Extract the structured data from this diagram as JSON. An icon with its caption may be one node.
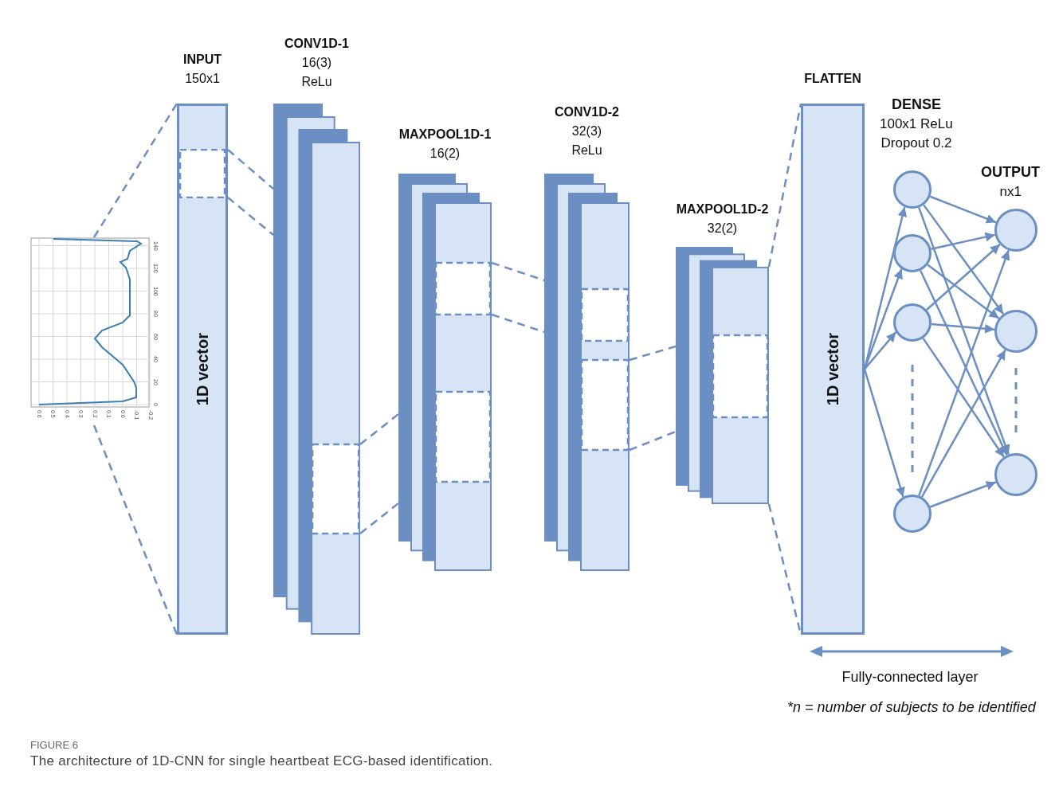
{
  "diagram": {
    "caption": "The architecture of 1D-CNN for single heartbeat ECG-based identification.",
    "nodes": [
      {
        "text": [],
        "shape": "picture",
        "beside": [
          "0.6",
          "0.5",
          "0.4",
          "0.3",
          "0.2",
          "0.1",
          "0.0",
          "-0.1",
          "-0.2",
          "0",
          "20",
          "40",
          "60",
          "80",
          "100",
          "120",
          "140"
        ]
      },
      {
        "text": [
          "INPUT",
          "150x1",
          "1D vector"
        ]
      },
      {
        "text": [
          "CONV1D-1",
          "16(3)",
          "ReLu"
        ]
      },
      {
        "text": [
          "MAXPOOL1D-1",
          "16(2)"
        ]
      },
      {
        "text": [
          "CONV1D-2",
          "32(3)",
          "ReLu"
        ]
      },
      {
        "text": [
          "MAXPOOL1D-2",
          "32(2)"
        ]
      },
      {
        "text": [
          "FLATTEN",
          "1D vector"
        ]
      },
      {
        "text": [],
        "shape": "circle"
      },
      {
        "text": [],
        "shape": "circle"
      },
      {
        "text": [],
        "shape": "circle"
      },
      {
        "text": [],
        "shape": "circle"
      },
      {
        "text": [],
        "shape": "circle"
      },
      {
        "text": [],
        "shape": "circle"
      },
      {
        "text": [],
        "shape": "circle"
      }
    ],
    "edges": [
      {
        "from": 0,
        "to": 1,
        "arrow": "none",
        "style": "dashed"
      },
      {
        "from": 0,
        "to": 1,
        "arrow": "none",
        "style": "dashed"
      },
      {
        "from": 1,
        "to": 2,
        "arrow": "none",
        "style": "dashed"
      },
      {
        "from": 1,
        "to": 2,
        "arrow": "none",
        "style": "dashed"
      },
      {
        "from": 2,
        "to": 3,
        "arrow": "none",
        "style": "dashed"
      },
      {
        "from": 2,
        "to": 3,
        "arrow": "none",
        "style": "dashed"
      },
      {
        "from": 3,
        "to": 4,
        "arrow": "none",
        "style": "dashed"
      },
      {
        "from": 3,
        "to": 4,
        "arrow": "none",
        "style": "dashed"
      },
      {
        "from": 4,
        "to": 5,
        "arrow": "none",
        "style": "dashed"
      },
      {
        "from": 4,
        "to": 5,
        "arrow": "none",
        "style": "dashed"
      },
      {
        "from": 5,
        "to": 6,
        "arrow": "none",
        "style": "dashed"
      },
      {
        "from": 5,
        "to": 6,
        "arrow": "none",
        "style": "dashed"
      },
      {
        "from": 6,
        "to": 7,
        "arrow": "to"
      },
      {
        "from": 6,
        "to": 8,
        "arrow": "to"
      },
      {
        "from": 6,
        "to": 9,
        "arrow": "to"
      },
      {
        "from": 6,
        "to": 10,
        "arrow": "to"
      },
      {
        "from": 7,
        "to": 11,
        "arrow": "to"
      },
      {
        "from": 7,
        "to": 12,
        "arrow": "to"
      },
      {
        "from": 7,
        "to": 13,
        "arrow": "to"
      },
      {
        "from": 8,
        "to": 11,
        "arrow": "to"
      },
      {
        "from": 8,
        "to": 12,
        "arrow": "to"
      },
      {
        "from": 8,
        "to": 13,
        "arrow": "to"
      },
      {
        "from": 9,
        "to": 11,
        "arrow": "to"
      },
      {
        "from": 9,
        "to": 12,
        "arrow": "to"
      },
      {
        "from": 9,
        "to": 13,
        "arrow": "to"
      },
      {
        "from": 10,
        "to": 11,
        "arrow": "to"
      },
      {
        "from": 10,
        "to": 12,
        "arrow": "to"
      },
      {
        "from": 10,
        "to": 13,
        "arrow": "to"
      }
    ],
    "labels": [
      "DENSE",
      "100x1 ReLu",
      "Dropout 0.2",
      "OUTPUT",
      "nx1",
      "Fully-connected layer",
      "*n = number of subjects to be identified",
      "FIGURE 6"
    ]
  }
}
